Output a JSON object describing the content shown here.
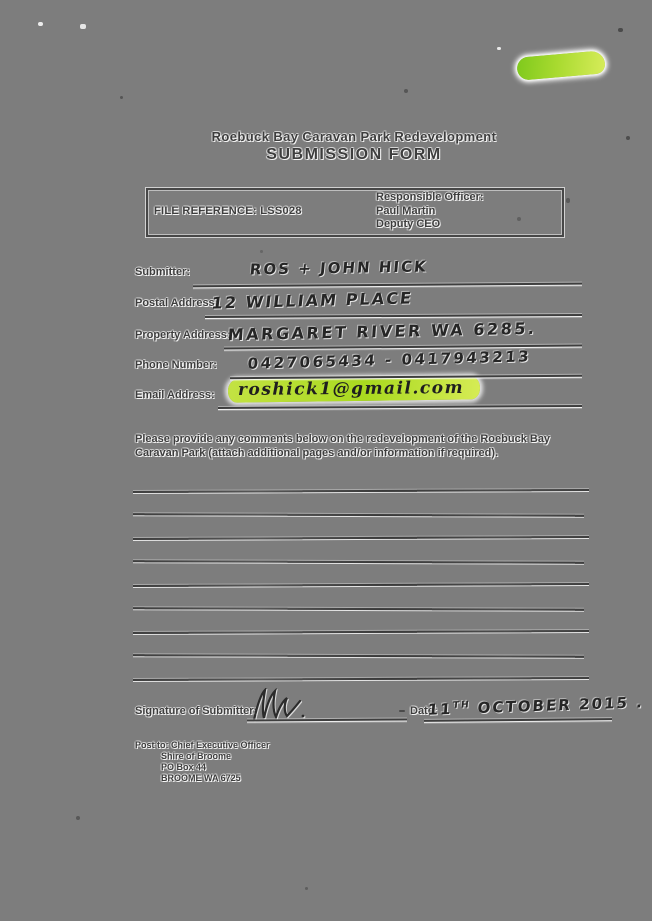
{
  "document": {
    "title_line1": "Roebuck Bay Caravan Park Redevelopment",
    "title_line2": "SUBMISSION FORM"
  },
  "reference_box": {
    "file_reference_label": "FILE REFERENCE:",
    "file_reference_value": "LSS028",
    "responsible_officer_label": "Responsible Officer:",
    "officer_name": "Paul Martin",
    "officer_title": "Deputy CEO"
  },
  "fields": [
    {
      "label": "Submitter:",
      "value": "ROS + JOHN HICK"
    },
    {
      "label": "Postal Address:",
      "value": "12 WILLIAM PLACE"
    },
    {
      "label": "Property Address:",
      "value": "MARGARET RIVER WA 6285."
    },
    {
      "label": "Phone Number:",
      "value": "0427065434 - 0417943213"
    },
    {
      "label": "Email Address:",
      "value": "roshick1@gmail.com"
    }
  ],
  "comments": {
    "instruction": "Please provide any comments below on the redevelopment of the Roebuck Bay Caravan Park (attach additional pages and/or information if required).",
    "ruled_lines": 9,
    "content": ""
  },
  "signature": {
    "label": "Signature of Submitter:",
    "date_label": "Date:",
    "date_day": "11",
    "date_suffix": "TH",
    "date_rest": " OCTOBER 2015 ."
  },
  "footer": {
    "lines": [
      "Post to: Chief Executive Officer",
      "Shire of Broome",
      "PO Box 44",
      "BROOME WA 6725"
    ]
  },
  "colors": {
    "page_background": "#7d7d7d",
    "printed_ink": "#3d3d3d",
    "handwriting_ink": "#262626",
    "email_highlight_green": "#b9e034",
    "corner_highlight_green": "#8ed021"
  }
}
